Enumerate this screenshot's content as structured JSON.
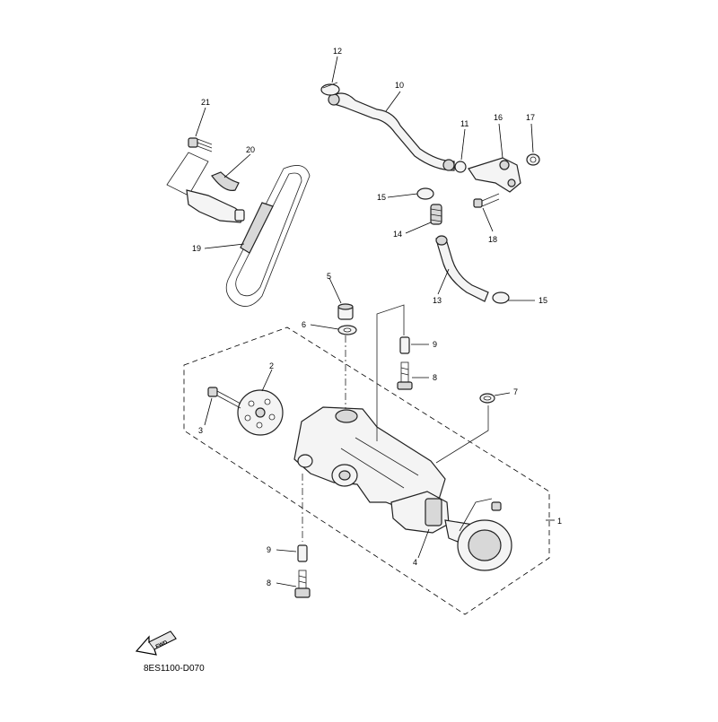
{
  "diagram": {
    "code": "8ES1100-D070",
    "fwd_label": "FWD",
    "callouts": {
      "c1": "1",
      "c2": "2",
      "c3": "3",
      "c4": "4",
      "c5": "5",
      "c6": "6",
      "c7": "7",
      "c8a": "8",
      "c8b": "8",
      "c9a": "9",
      "c9b": "9",
      "c10": "10",
      "c11": "11",
      "c12": "12",
      "c13": "13",
      "c14": "14",
      "c15a": "15",
      "c15b": "15",
      "c16": "16",
      "c17": "17",
      "c18": "18",
      "c19": "19",
      "c20": "20",
      "c21": "21"
    }
  }
}
